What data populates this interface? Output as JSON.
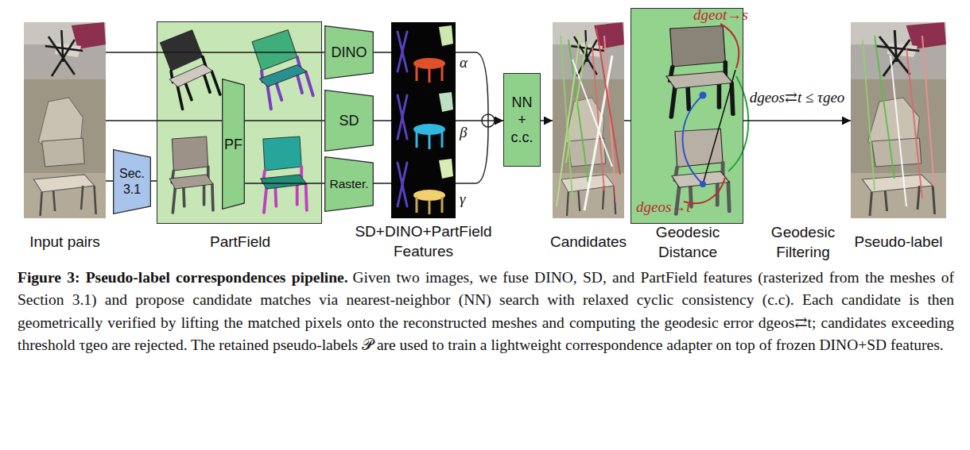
{
  "diagram": {
    "title": "Figure 3: Pseudo-label correspondences pipeline.",
    "caption": "Given two images, we fuse DINO, SD, and PartField features (rasterized from the meshes of Section 3.1) and propose candidate matches via nearest-neighbor (NN) search with relaxed cyclic consistency (c.c). Each candidate is then geometrically verified by lifting the matched pixels onto the reconstructed meshes and computing the geodesic error dgeos⇄t; candidates exceeding threshold τgeo are rejected. The retained pseudo-labels 𝒫 are used to train a lightweight correspondence adapter on top of frozen DINO+SD features.",
    "nodes": [
      {
        "text": [
          "Input pairs"
        ]
      },
      {
        "text": [
          "Sec. 3.1"
        ]
      },
      {
        "text": [
          "PartField"
        ]
      },
      {
        "text": [
          "PF"
        ],
        "in": 2
      },
      {
        "text": [
          "DINO"
        ]
      },
      {
        "text": [
          "SD"
        ]
      },
      {
        "text": [
          "Raster."
        ]
      },
      {
        "text": [
          "SD+DINO+PartField Features"
        ]
      },
      {
        "text": [
          "NN + c.c."
        ]
      },
      {
        "text": [
          "Candidates"
        ]
      },
      {
        "text": [
          "Geodesic Distance"
        ]
      },
      {
        "text": [
          "Pseudo-label"
        ]
      }
    ],
    "edges": [
      {
        "from": 0,
        "to": 4,
        "arrow": "none"
      },
      {
        "from": 0,
        "to": 5,
        "arrow": "none"
      },
      {
        "from": 0,
        "to": 1,
        "arrow": "none"
      },
      {
        "from": 1,
        "to": 2,
        "arrow": "none"
      },
      {
        "from": 3,
        "to": 6,
        "arrow": "none"
      },
      {
        "from": 4,
        "to": 7,
        "arrow": "none"
      },
      {
        "from": 5,
        "to": 7,
        "arrow": "none"
      },
      {
        "from": 6,
        "to": 7,
        "arrow": "none"
      },
      {
        "from": 7,
        "to": 8,
        "arrow": "to"
      },
      {
        "from": 8,
        "to": 9,
        "arrow": "to"
      },
      {
        "from": 9,
        "to": 10,
        "arrow": "none"
      },
      {
        "from": 10,
        "to": 11,
        "arrow": "to",
        "label": "dgeos⇄t ≤ τgeo"
      }
    ],
    "labels": [
      "α",
      "β",
      "γ",
      "dgeot→s",
      "dgeos→t",
      "Geodesic Filtering"
    ]
  }
}
